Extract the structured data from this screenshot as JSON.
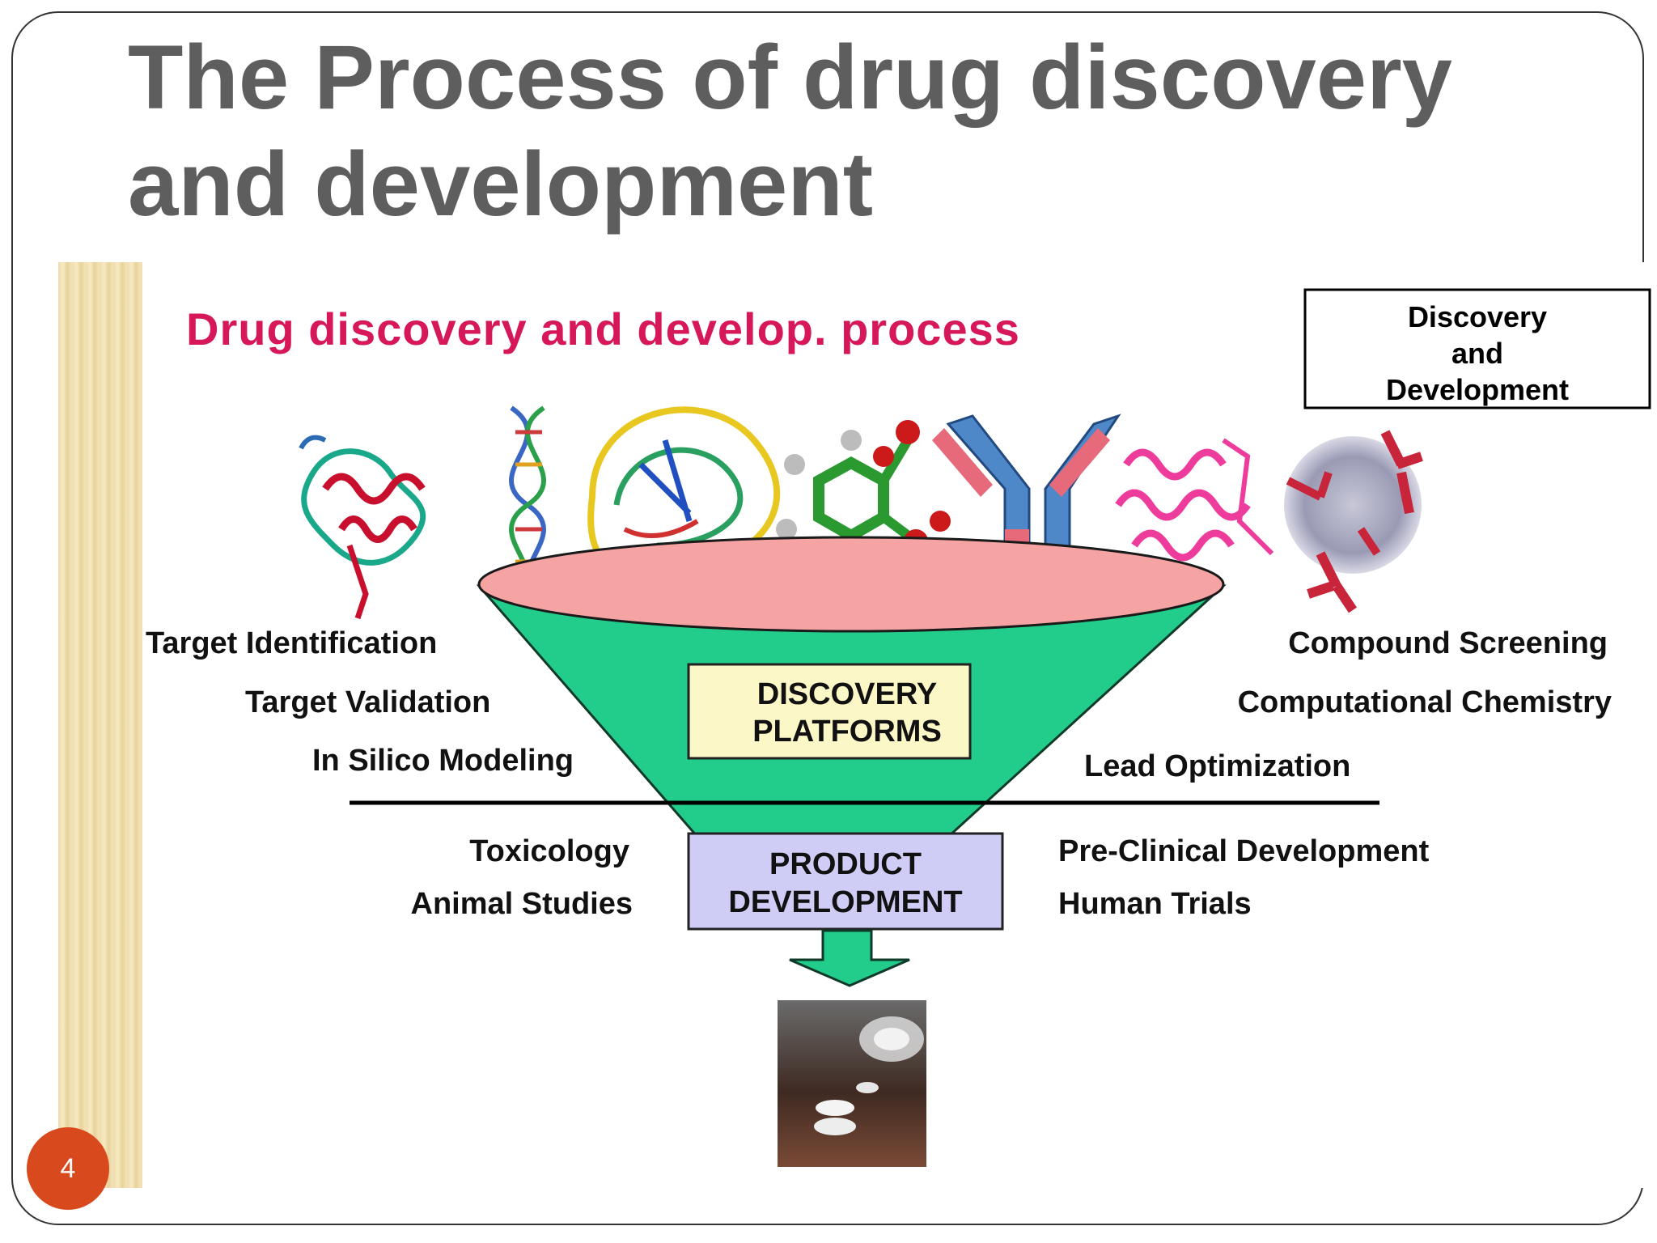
{
  "slide": {
    "title_line1": "The Process of drug discovery",
    "title_line2": "and development",
    "page_number": "4"
  },
  "diagram": {
    "heading": "Drug discovery and develop. process",
    "box_label": [
      "Discovery",
      "and",
      "Development"
    ],
    "funnel_center_label": [
      "DISCOVERY",
      "PLATFORMS"
    ],
    "product_label": [
      "PRODUCT",
      "DEVELOPMENT"
    ],
    "left_steps": [
      "Target Identification",
      "Target Validation",
      "In Silico Modeling"
    ],
    "right_steps": [
      "Compound Screening",
      "Computational Chemistry",
      "Lead Optimization"
    ],
    "left_dev": [
      "Toxicology",
      "Animal Studies"
    ],
    "right_dev": [
      "Pre-Clinical Development",
      "Human Trials"
    ],
    "colors": {
      "heading": "#d6185a",
      "funnel_body": "#22cc8a",
      "funnel_top": "#f6a3a3",
      "discovery_box": "#fbf7c6",
      "product_box": "#cfcdf5",
      "antibody_blue": "#4f88c8",
      "protein_pink": "#ee3c9c",
      "page_badge": "#d84a1e"
    }
  }
}
